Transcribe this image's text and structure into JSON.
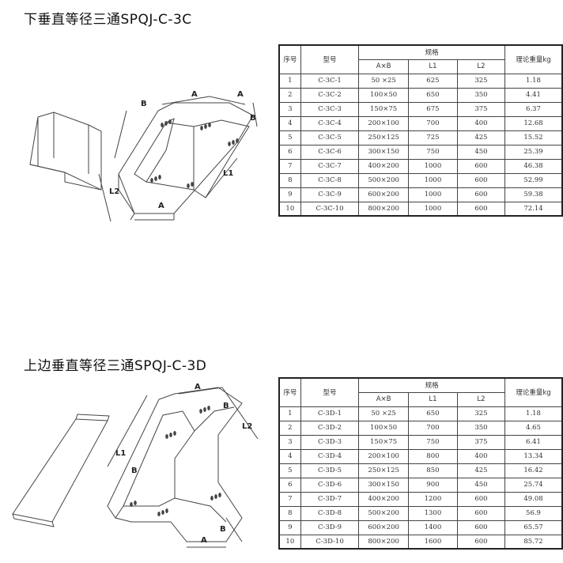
{
  "sections": [
    {
      "title": "下垂直等径三通SPQJ-C-3C",
      "header": {
        "index": "序号",
        "model": "型号",
        "spec": "规格",
        "ab": "A×B",
        "l1": "L1",
        "l2": "L2",
        "weight": "理论重量kg"
      },
      "rows": [
        {
          "n": "1",
          "model": "C-3C-1",
          "ab": "50 ×25",
          "l1": "625",
          "l2": "325",
          "w": "1.18"
        },
        {
          "n": "2",
          "model": "C-3C-2",
          "ab": "100×50",
          "l1": "650",
          "l2": "350",
          "w": "4.41"
        },
        {
          "n": "3",
          "model": "C-3C-3",
          "ab": "150×75",
          "l1": "675",
          "l2": "375",
          "w": "6.37"
        },
        {
          "n": "4",
          "model": "C-3C-4",
          "ab": "200×100",
          "l1": "700",
          "l2": "400",
          "w": "12.68"
        },
        {
          "n": "5",
          "model": "C-3C-5",
          "ab": "250×125",
          "l1": "725",
          "l2": "425",
          "w": "15.52"
        },
        {
          "n": "6",
          "model": "C-3C-6",
          "ab": "300×150",
          "l1": "750",
          "l2": "450",
          "w": "25.39"
        },
        {
          "n": "7",
          "model": "C-3C-7",
          "ab": "400×200",
          "l1": "1000",
          "l2": "600",
          "w": "46.38"
        },
        {
          "n": "8",
          "model": "C-3C-8",
          "ab": "500×200",
          "l1": "1000",
          "l2": "600",
          "w": "52.99"
        },
        {
          "n": "9",
          "model": "C-3C-9",
          "ab": "600×200",
          "l1": "1000",
          "l2": "600",
          "w": "59.38"
        },
        {
          "n": "10",
          "model": "C-3C-10",
          "ab": "800×200",
          "l1": "1000",
          "l2": "600",
          "w": "72.14"
        }
      ],
      "drawing_labels": {
        "a_top1": "A",
        "a_top2": "A",
        "b_left": "B",
        "b_right": "B",
        "l1": "L1",
        "l2": "L2",
        "a_bottom": "A"
      }
    },
    {
      "title": "上边垂直等径三通SPQJ-C-3D",
      "header": {
        "index": "序号",
        "model": "型号",
        "spec": "规格",
        "ab": "A×B",
        "l1": "L1",
        "l2": "L2",
        "weight": "理论重量kg"
      },
      "rows": [
        {
          "n": "1",
          "model": "C-3D-1",
          "ab": "50 ×25",
          "l1": "650",
          "l2": "325",
          "w": "1.18"
        },
        {
          "n": "2",
          "model": "C-3D-2",
          "ab": "100×50",
          "l1": "700",
          "l2": "350",
          "w": "4.65"
        },
        {
          "n": "3",
          "model": "C-3D-3",
          "ab": "150×75",
          "l1": "750",
          "l2": "375",
          "w": "6.41"
        },
        {
          "n": "4",
          "model": "C-3D-4",
          "ab": "200×100",
          "l1": "800",
          "l2": "400",
          "w": "13.34"
        },
        {
          "n": "5",
          "model": "C-3D-5",
          "ab": "250×125",
          "l1": "850",
          "l2": "425",
          "w": "16.42"
        },
        {
          "n": "6",
          "model": "C-3D-6",
          "ab": "300×150",
          "l1": "900",
          "l2": "450",
          "w": "25.74"
        },
        {
          "n": "7",
          "model": "C-3D-7",
          "ab": "400×200",
          "l1": "1200",
          "l2": "600",
          "w": "49.08"
        },
        {
          "n": "8",
          "model": "C-3D-8",
          "ab": "500×200",
          "l1": "1300",
          "l2": "600",
          "w": "56.9"
        },
        {
          "n": "9",
          "model": "C-3D-9",
          "ab": "600×200",
          "l1": "1400",
          "l2": "600",
          "w": "65.57"
        },
        {
          "n": "10",
          "model": "C-3D-10",
          "ab": "800×200",
          "l1": "1600",
          "l2": "600",
          "w": "85.72"
        }
      ],
      "drawing_labels": {
        "a_top": "A",
        "b_top": "B",
        "b_left": "B",
        "b_bottom": "B",
        "l1": "L1",
        "l2": "L2",
        "a_bottom": "A"
      }
    }
  ]
}
